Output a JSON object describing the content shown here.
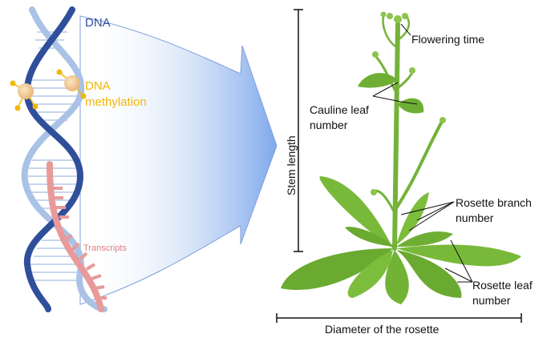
{
  "colors": {
    "dna_backbone_dark": "#2f4f9a",
    "dna_backbone_light": "#a9c2e6",
    "methylation": "#f2b705",
    "transcript": "#e89a9a",
    "arrow": "#8fb4ee",
    "plant": "#79b93a"
  },
  "labels": {
    "dna": "DNA",
    "methylation_line1": "DNA",
    "methylation_line2": "methylation",
    "transcripts": "Transcripts",
    "flowering_time": "Flowering time",
    "cauline_line1": "Cauline leaf",
    "cauline_line2": "number",
    "stem_length": "Stem length",
    "branch_line1": "Rosette branch",
    "branch_line2": "number",
    "rosette_leaf_line1": "Rosette leaf",
    "rosette_leaf_line2": "number",
    "diameter": "Diameter of the rosette"
  },
  "icons": {
    "dna_helix": "dna-helix-icon",
    "methylation_dot": "methyl-group-icon",
    "arrow": "big-arrow-icon",
    "plant": "arabidopsis-plant-icon"
  }
}
